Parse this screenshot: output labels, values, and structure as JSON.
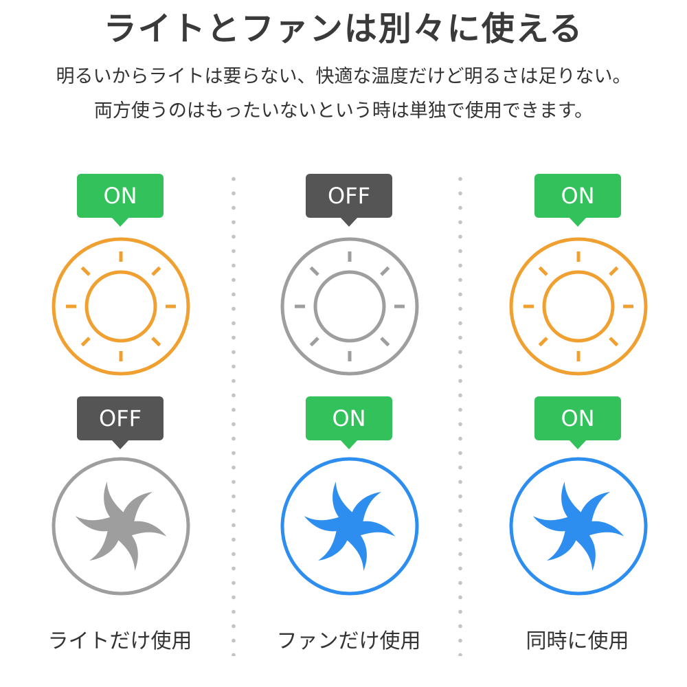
{
  "header": {
    "title": "ライトとファンは別々に使える",
    "line1": "明るいからライトは要らない、快適な温度だけど明るさは足りない。",
    "line2": "両方使うのはもったいないという時は単独で使用できます。"
  },
  "colors": {
    "on": "#33c15c",
    "off": "#555555",
    "light_active": "#f0a030",
    "fan_active": "#2d8ef0",
    "inactive": "#9e9e9e"
  },
  "columns": [
    {
      "light": {
        "state": "ON",
        "active": true,
        "icon": "sun-icon"
      },
      "fan": {
        "state": "OFF",
        "active": false,
        "icon": "fan-icon"
      },
      "caption": "ライトだけ使用"
    },
    {
      "light": {
        "state": "OFF",
        "active": false,
        "icon": "sun-icon"
      },
      "fan": {
        "state": "ON",
        "active": true,
        "icon": "fan-icon"
      },
      "caption": "ファンだけ使用"
    },
    {
      "light": {
        "state": "ON",
        "active": true,
        "icon": "sun-icon"
      },
      "fan": {
        "state": "ON",
        "active": true,
        "icon": "fan-icon"
      },
      "caption": "同時に使用"
    }
  ]
}
